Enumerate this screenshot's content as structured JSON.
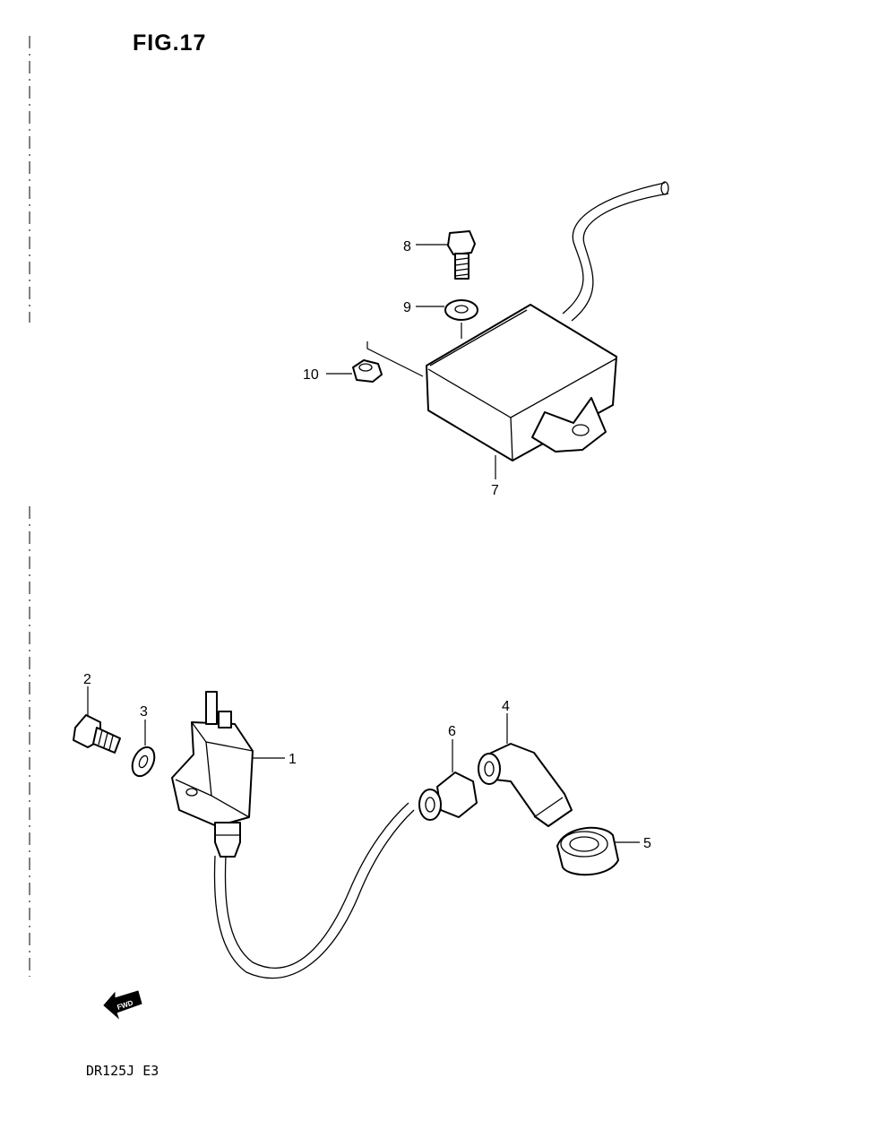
{
  "figure": {
    "title": "FIG.17",
    "model_code": "DR125J E3"
  },
  "fwd_marker": {
    "label": "FWD"
  },
  "callouts": {
    "p1": "1",
    "p2": "2",
    "p3": "3",
    "p4": "4",
    "p5": "5",
    "p6": "6",
    "p7": "7",
    "p8": "8",
    "p9": "9",
    "p10": "10"
  }
}
